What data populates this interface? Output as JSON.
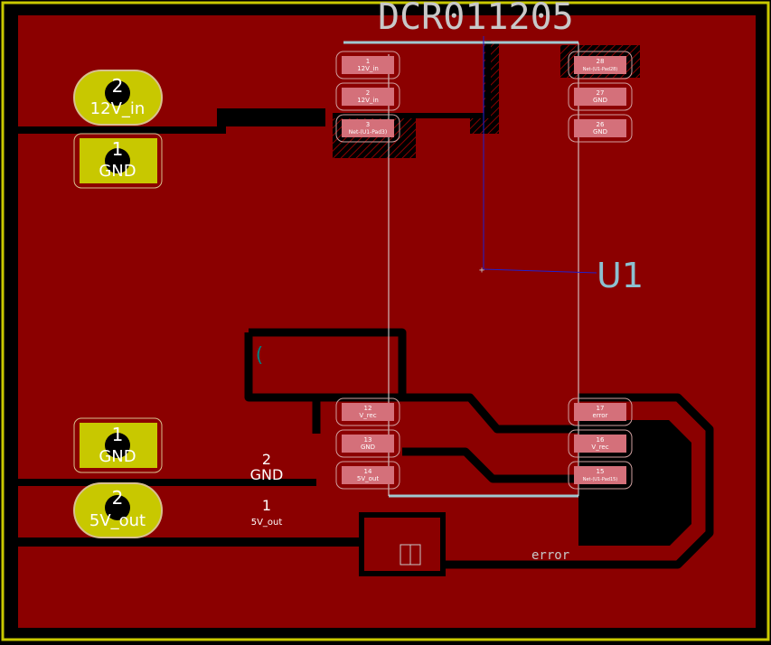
{
  "colors": {
    "background": "#000000",
    "board_edge": "#c8c800",
    "copper": "#8b0000",
    "pad": "#c8c800",
    "smd_pad": "#d4707a",
    "silkscreen": "#c8c8c8",
    "ratsnest": "#2020d0",
    "keepout": "#e0e0e0",
    "via": "#008080"
  },
  "footprints": {
    "u1_value": "DCR011205",
    "u1_reference": "U1"
  },
  "connectors": {
    "j_in": {
      "pin2_number": "2",
      "pin2_net": "12V_in",
      "pin1_number": "1",
      "pin1_net": "GND"
    },
    "j_out": {
      "pin1_number": "1",
      "pin1_net": "GND",
      "pin2_number": "2",
      "pin2_net": "5V_out"
    }
  },
  "u1_pads": {
    "p1": {
      "num": "1",
      "net": "12V_in"
    },
    "p2": {
      "num": "2",
      "net": "12V_in"
    },
    "p3": {
      "num": "3",
      "net": "Net-(U1-Pad3)"
    },
    "p28": {
      "num": "28",
      "net": "Net-(U1-Pad28)"
    },
    "p27": {
      "num": "27",
      "net": "GND"
    },
    "p26": {
      "num": "26",
      "net": "GND"
    },
    "p12": {
      "num": "12",
      "net": "V_rec"
    },
    "p13": {
      "num": "13",
      "net": "GND"
    },
    "p14": {
      "num": "14",
      "net": "5V_out"
    },
    "p17": {
      "num": "17",
      "net": "error"
    },
    "p16": {
      "num": "16",
      "net": "V_rec"
    },
    "p15": {
      "num": "15",
      "net": "Net-(U1-Pad15)"
    }
  },
  "labels": {
    "gnd_pin_number": "2",
    "gnd_net": "GND",
    "out_pin_number": "1",
    "out_net": "5V_out",
    "error_net": "error"
  }
}
